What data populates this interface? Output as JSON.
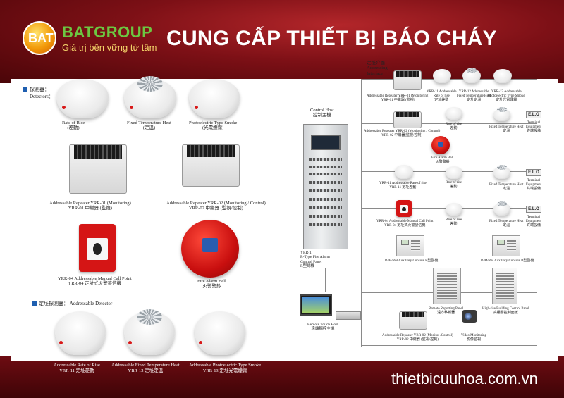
{
  "header": {
    "logo_text": "BAT",
    "brand": "BATGROUP",
    "slogan": "Giá trị bền vững từ tâm",
    "headline": "CUNG CẤP THIẾT BỊ BÁO CHÁY"
  },
  "sections": {
    "detectors": [
      "探測器：",
      "Detectors："
    ],
    "addressable": "定址探測器：  Addressable Detector"
  },
  "left_products": [
    {
      "label": [
        "Rate of Rise",
        "(差動)"
      ]
    },
    {
      "label": [
        "Fixed Temperature Heat",
        "(定溫)"
      ]
    },
    {
      "label": [
        "Photoelectric Type Smoke",
        "(光電煙霧)"
      ]
    },
    {
      "label": [
        "Addressable Repeater YRR-01 (Monitoring)",
        "YRR-01 中繼器 (監視)"
      ]
    },
    {
      "label": [
        "Addressable Repeater YRR-02 (Monitoring / Control)",
        "YRR-02 中繼器 (監視/控制)"
      ]
    },
    {
      "label": [
        "YRR-04 Addressable Manual Call Point",
        "YRR-04 定址式火警發信機"
      ]
    },
    {
      "label": [
        "Fire Alarm Bell",
        "火警警鈴"
      ]
    },
    {
      "label": [
        "YRR-11",
        "Addressable Rate of Rise",
        "YRR-11 定址差動"
      ]
    },
    {
      "label": [
        "YRR-12",
        "Addressable Fixed Temperature Heat",
        "YRR-12 定址定溫"
      ]
    },
    {
      "label": [
        "YRR-13",
        "Addressable Photoelectric Type Smoke",
        "YRR-13 定址光電煙霧"
      ]
    }
  ],
  "center": {
    "control_host": [
      "Control Host",
      "控制主機"
    ],
    "panel_label": [
      "YRR-1",
      "R-Type Fire Alarm",
      "Control Panel",
      "R型總機"
    ],
    "remote_touch": [
      "Remote Touch Host",
      "遠端觸控主機"
    ]
  },
  "diagram": {
    "addressing": [
      "定址介面",
      "Addressing",
      "Interface"
    ],
    "repeater_01": [
      "Addressable Repeater YRR-01 (Monitoring)",
      "YRR-01 中繼器 (監視)"
    ],
    "yrr11": [
      "YRR-11 Addressable",
      "Rate of rise",
      "定址差動"
    ],
    "yrr12": [
      "YRR-12 Addressable",
      "Fixed Temperature Heat",
      "定址定溫"
    ],
    "yrr13": [
      "YRR-13 Addressable",
      "Photoelectric Type Smoke",
      "定址光電煙霧"
    ],
    "repeater_02": [
      "Addressable Repeater YRR-02 (Monitoring / Control)",
      "YRR-02 中繼器(監視/控制)"
    ],
    "rate_of_rise": [
      "Rate of rise",
      "差動"
    ],
    "fixed_heat": [
      "Fixed Temperature Heat",
      "定溫"
    ],
    "terminal": [
      "Terminal",
      "Equipment",
      "終端設備"
    ],
    "elo": "E.L.O",
    "bell": [
      "Fire Alarm Bell",
      "火警警鈴"
    ],
    "yrr11_row": [
      "YRR-11 Addressable Rate of rise",
      "YRR-11 定址差動"
    ],
    "yrr04_row": [
      "YRR-04 Addressable Manual Call Point",
      "YRR-04 定址式火警發信機"
    ],
    "aux_console": "R-Model Auxiliary Console  R型副機",
    "aux_console_right": "R-Model Auxiliary Console  R型副機",
    "remote_panel": [
      "Remote Reporting Panel",
      "遠方移報器"
    ],
    "highrise": [
      "High-rise Building Control Panel",
      "高樓層控制面板"
    ],
    "repeater_02b": [
      "Addressable Repeater YRR-02 (Monitor /Control)",
      "YRR-02 中繼器 (監視/控制)"
    ],
    "video": [
      "Video Monitoring",
      "影像監視"
    ]
  },
  "footer": {
    "website": "thietbicuuhoa.com.vn"
  },
  "colors": {
    "banner": "#7d1016",
    "brand_green": "#6cc641",
    "slogan_gold": "#f5d36a",
    "accent_blue": "#1f5fb0"
  }
}
